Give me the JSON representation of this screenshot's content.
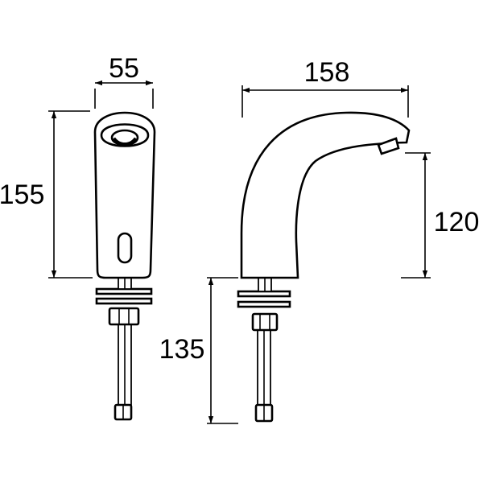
{
  "colors": {
    "line": "#000000",
    "background": "#ffffff"
  },
  "dimensions": {
    "front_width": "55",
    "front_height": "155",
    "side_reach": "158",
    "side_spout_height": "120",
    "side_tail_length": "135"
  }
}
